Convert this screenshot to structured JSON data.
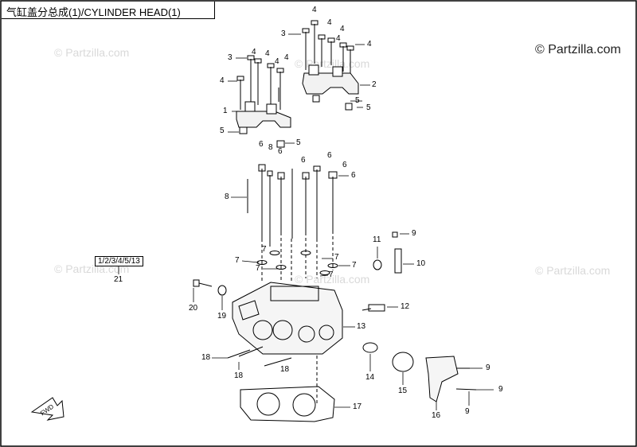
{
  "title": "气缸盖分总成(1)/CYLINDER HEAD(1)",
  "watermark": "© Partzilla.com",
  "watermark_corner": "© Partzilla.com",
  "kit_label": "1/2/3/4/5/13",
  "kit_callout": "21",
  "fwd_label": "FWD",
  "callouts": [
    {
      "id": "c1",
      "text": "1"
    },
    {
      "id": "c2",
      "text": "2"
    },
    {
      "id": "c3a",
      "text": "3"
    },
    {
      "id": "c3b",
      "text": "3"
    },
    {
      "id": "c4a",
      "text": "4"
    },
    {
      "id": "c4b",
      "text": "4"
    },
    {
      "id": "c4c",
      "text": "4"
    },
    {
      "id": "c4d",
      "text": "4"
    },
    {
      "id": "c4e",
      "text": "4"
    },
    {
      "id": "c4f",
      "text": "4"
    },
    {
      "id": "c4g",
      "text": "4"
    },
    {
      "id": "c4h",
      "text": "4"
    },
    {
      "id": "c4i",
      "text": "4"
    },
    {
      "id": "c4j",
      "text": "4"
    },
    {
      "id": "c5a",
      "text": "5"
    },
    {
      "id": "c5b",
      "text": "5"
    },
    {
      "id": "c5c",
      "text": "5"
    },
    {
      "id": "c5d",
      "text": "5"
    },
    {
      "id": "c6a",
      "text": "6"
    },
    {
      "id": "c6b",
      "text": "6"
    },
    {
      "id": "c6c",
      "text": "6"
    },
    {
      "id": "c6d",
      "text": "6"
    },
    {
      "id": "c6e",
      "text": "6"
    },
    {
      "id": "c6f",
      "text": "6"
    },
    {
      "id": "c7a",
      "text": "7"
    },
    {
      "id": "c7b",
      "text": "7"
    },
    {
      "id": "c7c",
      "text": "7"
    },
    {
      "id": "c7d",
      "text": "7"
    },
    {
      "id": "c7e",
      "text": "7"
    },
    {
      "id": "c7f",
      "text": "7"
    },
    {
      "id": "c8a",
      "text": "8"
    },
    {
      "id": "c8b",
      "text": "8"
    },
    {
      "id": "c9a",
      "text": "9"
    },
    {
      "id": "c9b",
      "text": "9"
    },
    {
      "id": "c9c",
      "text": "9"
    },
    {
      "id": "c9d",
      "text": "9"
    },
    {
      "id": "c10",
      "text": "10"
    },
    {
      "id": "c11",
      "text": "11"
    },
    {
      "id": "c12",
      "text": "12"
    },
    {
      "id": "c13",
      "text": "13"
    },
    {
      "id": "c14",
      "text": "14"
    },
    {
      "id": "c15",
      "text": "15"
    },
    {
      "id": "c16",
      "text": "16"
    },
    {
      "id": "c17",
      "text": "17"
    },
    {
      "id": "c18a",
      "text": "18"
    },
    {
      "id": "c18b",
      "text": "18"
    },
    {
      "id": "c18c",
      "text": "18"
    },
    {
      "id": "c19",
      "text": "19"
    },
    {
      "id": "c20",
      "text": "20"
    }
  ]
}
